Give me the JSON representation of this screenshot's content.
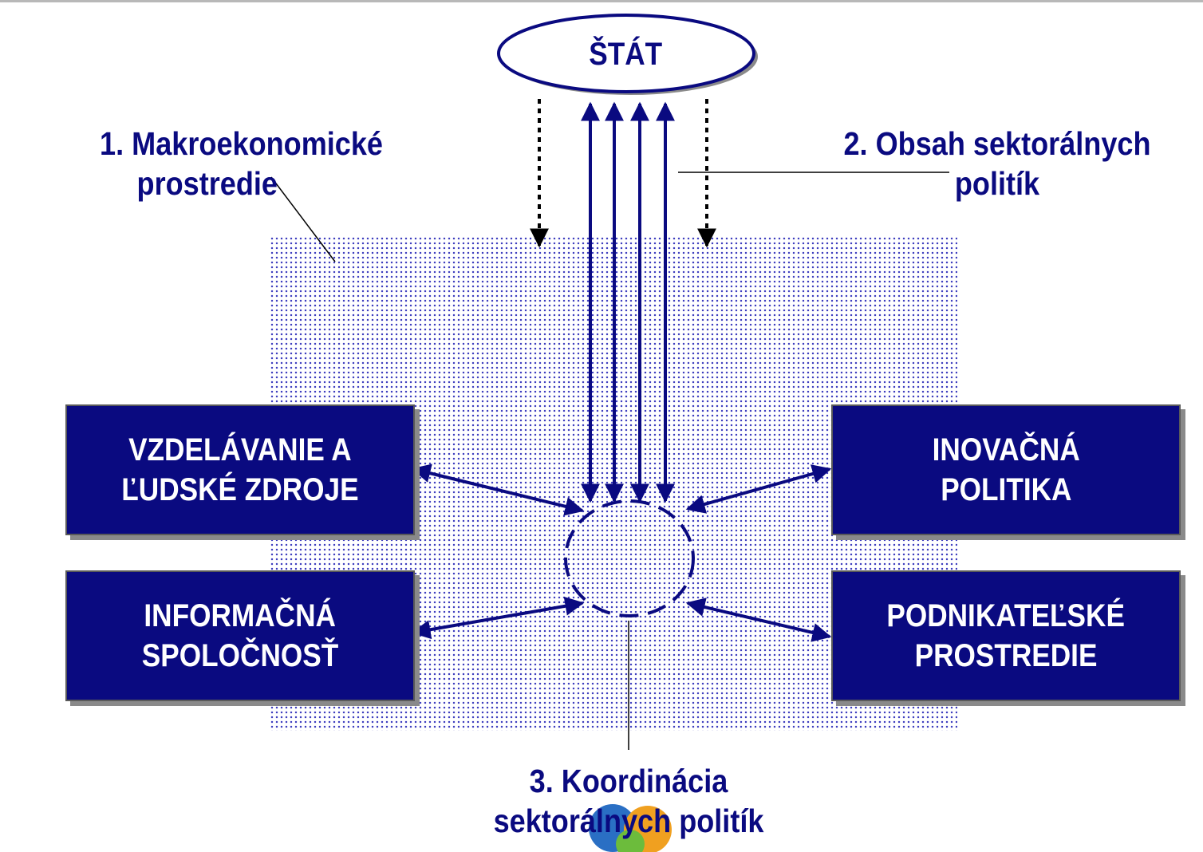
{
  "diagram": {
    "state_node": {
      "label": "ŠTÁT"
    },
    "labels": {
      "macro": [
        "1. Makroekonomické",
        "prostredie"
      ],
      "content": [
        "2. Obsah sektorálnych",
        "politík"
      ],
      "coordination": [
        "3. Koordinácia",
        "sektorálnych politík"
      ]
    },
    "boxes": {
      "education": [
        "VZDELÁVANIE A",
        "ĽUDSKÉ ZDROJE"
      ],
      "innovation": [
        "INOVAČNÁ",
        "POLITIKA"
      ],
      "information": [
        "INFORMAČNÁ",
        "SPOLOČNOSŤ"
      ],
      "business": [
        "PODNIKATEĽSKÉ",
        "PROSTREDIE"
      ]
    },
    "colors": {
      "primary": "#0a0a80",
      "box_text": "#ffffff",
      "dots": "#2a2ab8",
      "shadow": "#8a8a8a"
    }
  }
}
